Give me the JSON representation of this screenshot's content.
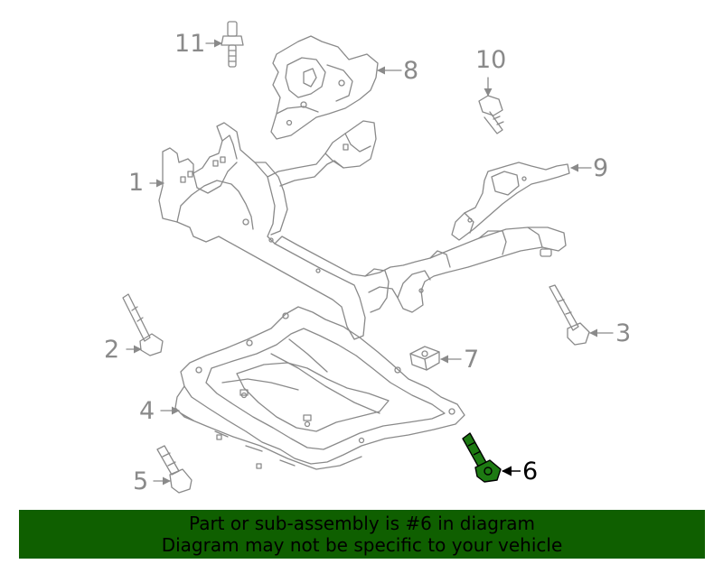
{
  "callouts": {
    "c1": "1",
    "c2": "2",
    "c3": "3",
    "c4": "4",
    "c5": "5",
    "c6": "6",
    "c7": "7",
    "c8": "8",
    "c9": "9",
    "c10": "10",
    "c11": "11"
  },
  "highlight_part": "6",
  "colors": {
    "line": "#8a8a8a",
    "highlight_fill": "#1d7a12",
    "banner_bg": "#0f5f00",
    "banner_text": "#000000"
  },
  "banner": {
    "line1": "Part or sub-assembly is #6 in diagram",
    "line2": "Diagram may not be specific to your vehicle"
  }
}
